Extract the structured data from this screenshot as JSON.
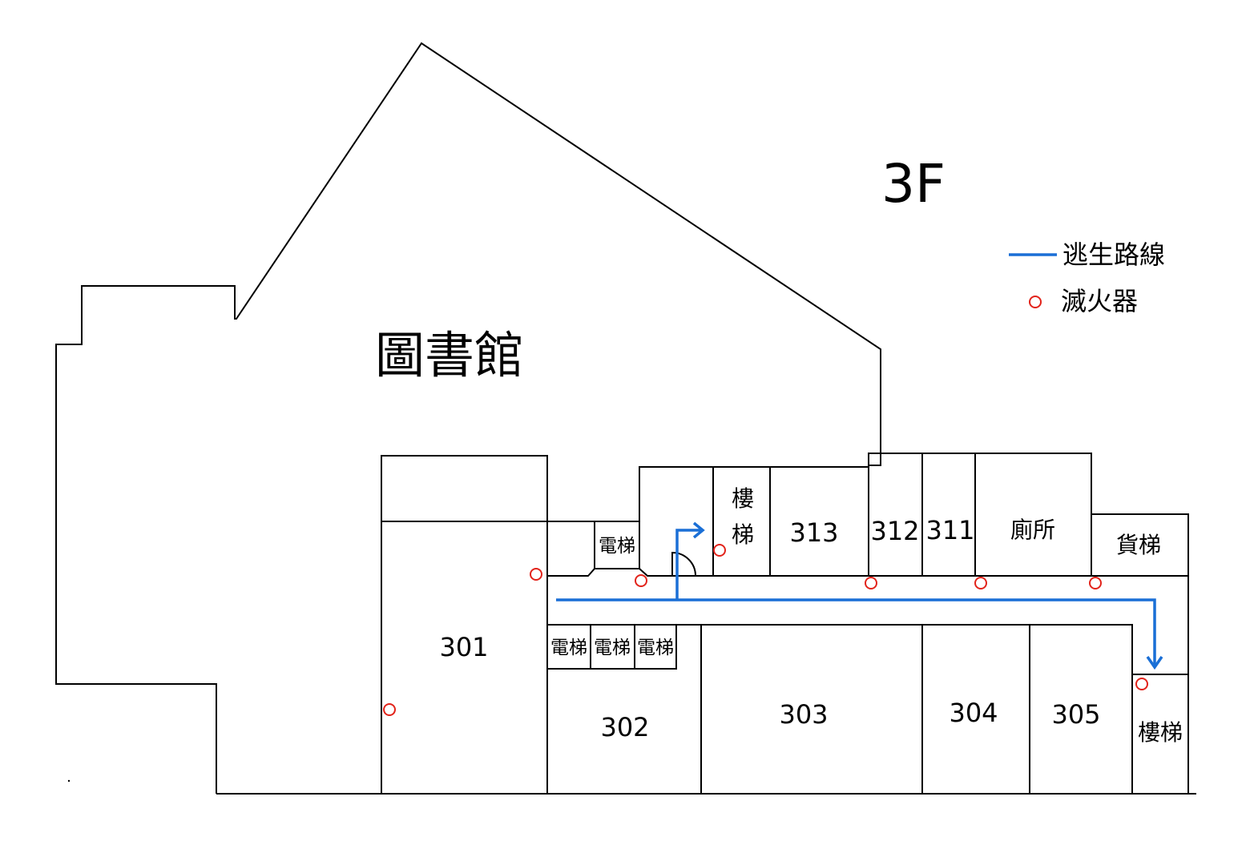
{
  "floor": "3F",
  "library": "圖書館",
  "legend": {
    "route_label": "逃生路線",
    "extinguisher_label": "滅火器"
  },
  "rooms": {
    "r301": "301",
    "r302": "302",
    "r303": "303",
    "r304": "304",
    "r305": "305",
    "r311": "311",
    "r312": "312",
    "r313": "313",
    "toilet": "廁所",
    "freight_elevator": "貨梯",
    "stairs_upper": "樓梯",
    "stairs_right": "樓梯",
    "elevator_upper": "電梯",
    "elevator_lower": [
      "電梯",
      "電梯",
      "電梯"
    ]
  },
  "colors": {
    "route": "#1a6fd6",
    "extinguisher": "#e2231a",
    "wall": "#000000"
  },
  "icons": {
    "extinguisher": "extinguisher-icon",
    "route_arrow": "arrow-icon"
  }
}
